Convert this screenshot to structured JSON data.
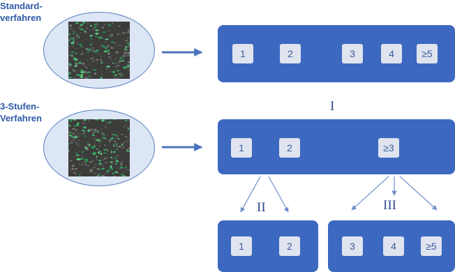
{
  "methods": {
    "standard": [
      "Standard-",
      "verfahren"
    ],
    "three_stage": [
      "3-Stufen-",
      "Verfahren"
    ]
  },
  "stages": {
    "one": "I",
    "two": "II",
    "three": "III"
  },
  "rows": {
    "standard": [
      "1",
      "2",
      "3",
      "4",
      "≥5"
    ],
    "stage_one": [
      "1",
      "2",
      "≥3"
    ],
    "stage_two": [
      "1",
      "2"
    ],
    "stage_three": [
      "3",
      "4",
      "≥5"
    ]
  },
  "colors": {
    "bar": "#3c68c0",
    "box": "#dfe4ef",
    "label": "#2e5aa8",
    "oval": "#dce6f5"
  },
  "icons": [
    "sample-image",
    "arrow-right-icon",
    "arrow-down-icon"
  ]
}
